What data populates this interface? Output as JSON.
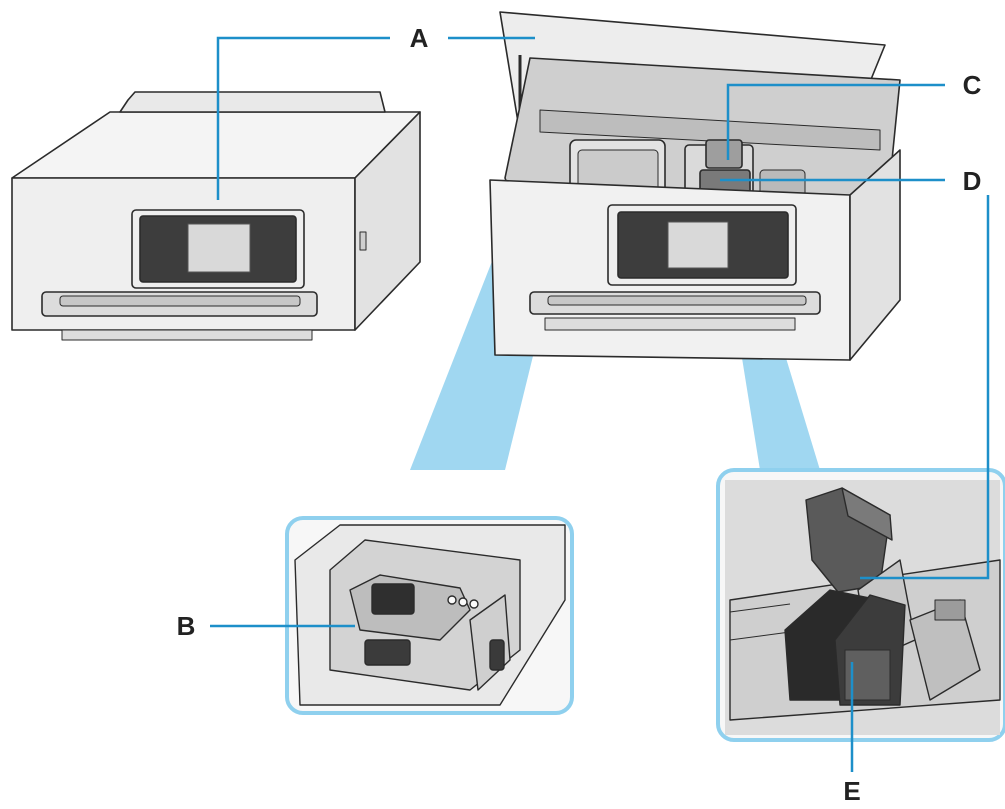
{
  "labels": {
    "a": "A",
    "b": "B",
    "c": "C",
    "d": "D",
    "e": "E"
  },
  "colors": {
    "callout_line": "#1d8fc9",
    "detail_frame": "#8fd0ee",
    "zoom_beam": "#8fd0ee",
    "printer_body": "#f2f2f2",
    "printer_outline": "#2b2b2b",
    "screen": "#3a3a3a",
    "cartridge": "#2a2a2a"
  },
  "icons": {
    "closed_printer": "printer-closed-icon",
    "open_printer": "printer-open-icon",
    "detail_b": "cartridge-holder-detail-icon",
    "detail_de": "cartridge-installed-detail-icon"
  }
}
